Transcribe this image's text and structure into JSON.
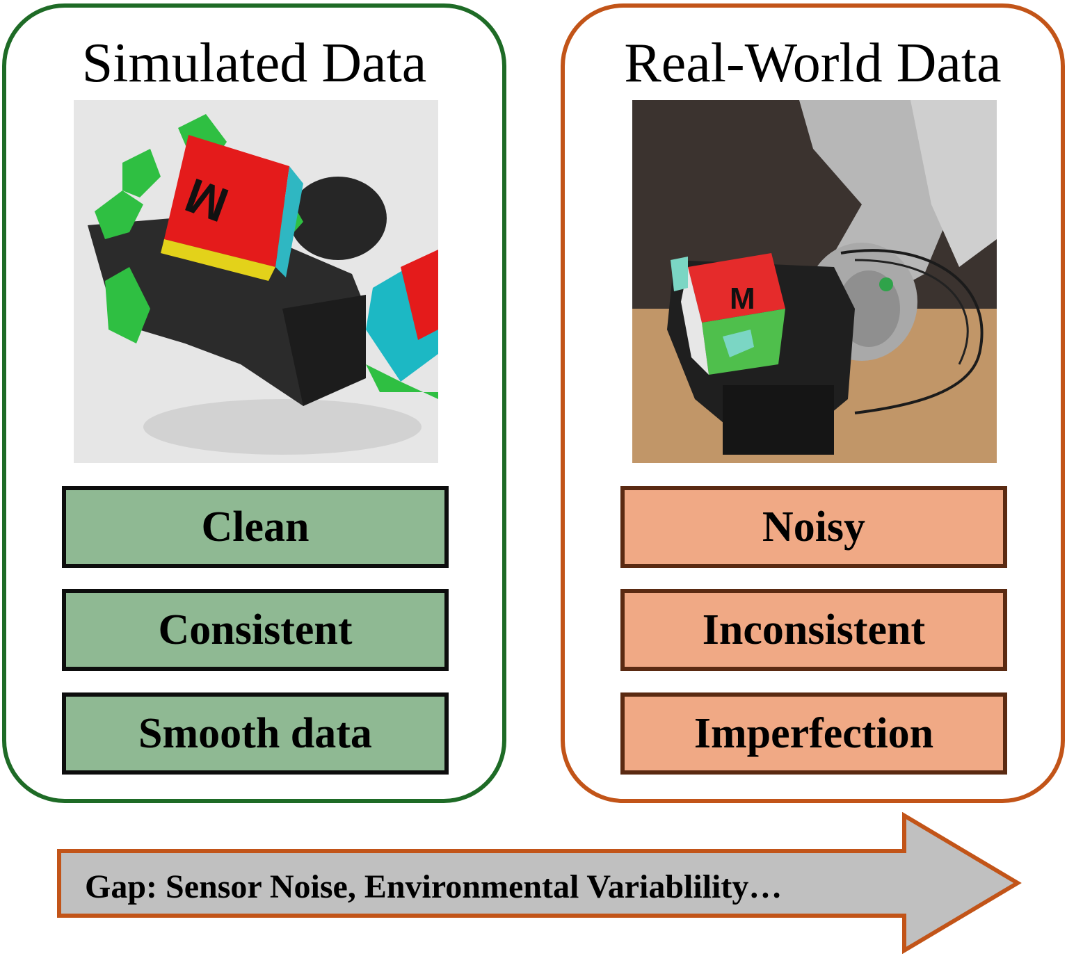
{
  "simulated": {
    "title": "Simulated Data",
    "tags": [
      "Clean",
      "Consistent",
      "Smooth data"
    ],
    "cube_letter": "M",
    "border_color": "#1e6b26",
    "tag_color": "#8fb993"
  },
  "real": {
    "title": "Real-World Data",
    "tags": [
      "Noisy",
      "Inconsistent",
      "Imperfection"
    ],
    "cube_letter": "M",
    "border_color": "#c25418",
    "tag_color": "#f0a985"
  },
  "gap": {
    "label": "Gap: Sensor Noise, Environmental Variablility…",
    "fill_color": "#c0c0c0",
    "border_color": "#c25418"
  }
}
